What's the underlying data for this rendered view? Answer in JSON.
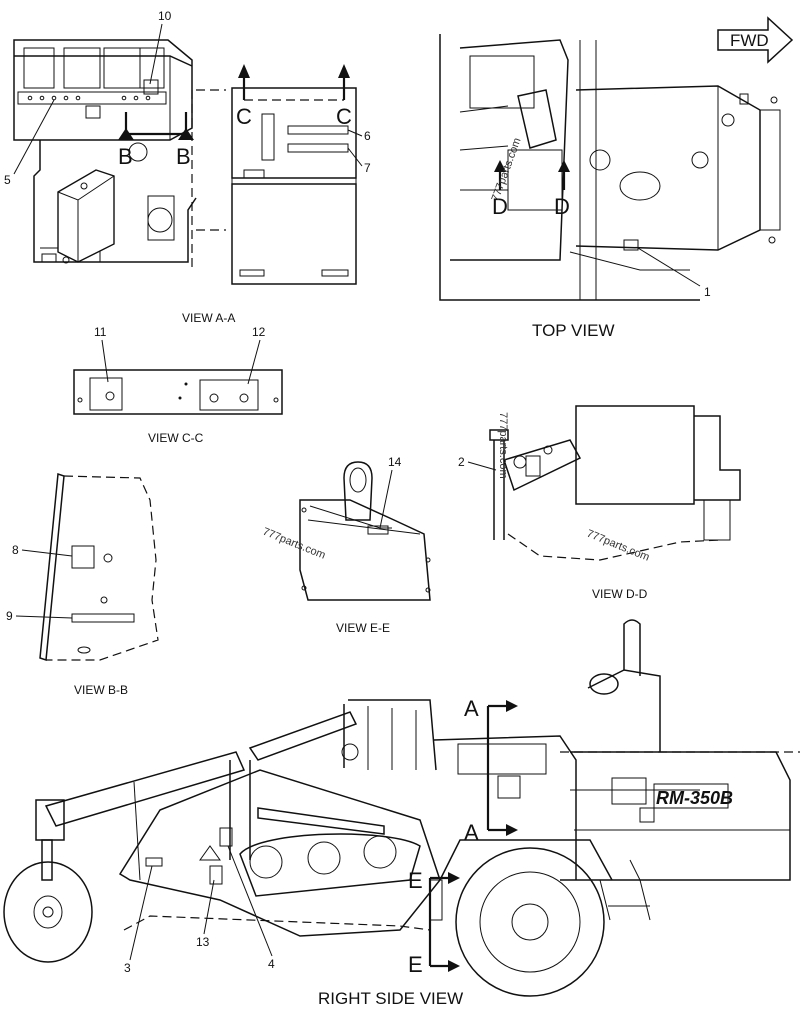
{
  "views": {
    "a": "VIEW A-A",
    "top": "TOP VIEW",
    "c": "VIEW C-C",
    "b": "VIEW B-B",
    "e": "VIEW E-E",
    "d": "VIEW D-D",
    "side": "RIGHT SIDE VIEW"
  },
  "fwd": "FWD",
  "model": "RM-350B",
  "watermark": "777parts.com",
  "sections": {
    "A": "A",
    "B": "B",
    "C": "C",
    "D": "D",
    "E": "E"
  },
  "callouts": [
    "1",
    "2",
    "3",
    "4",
    "5",
    "6",
    "7",
    "8",
    "9",
    "10",
    "11",
    "12",
    "13",
    "14"
  ]
}
